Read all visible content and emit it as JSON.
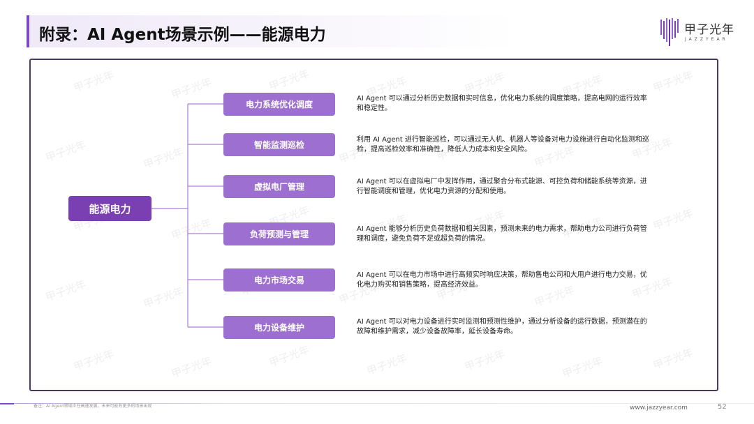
{
  "title": "附录：AI Agent场景示例——能源电力",
  "logo": {
    "name_cn": "甲子光年",
    "name_en": "JAZZYEAR"
  },
  "root": {
    "label": "能源电力"
  },
  "items": [
    {
      "label": "电力系统优化调度",
      "desc": "AI Agent 可以通过分析历史数据和实时信息，优化电力系统的调度策略，提高电网的运行效率和稳定性。"
    },
    {
      "label": "智能监测巡检",
      "desc": "利用 AI Agent 进行智能巡检，可以通过无人机、机器人等设备对电力设施进行自动化监测和巡检，提高巡检效率和准确性，降低人力成本和安全风险。"
    },
    {
      "label": "虚拟电厂管理",
      "desc": "AI Agent 可以在虚拟电厂中发挥作用，通过聚合分布式能源、可控负荷和储能系统等资源，进行智能调度和管理，优化电力资源的分配和使用。"
    },
    {
      "label": "负荷预测与管理",
      "desc": "AI Agent 能够分析历史负荷数据和相关因素，预测未来的电力需求，帮助电力公司进行负荷管理和调度，避免负荷不足或超负荷的情况。"
    },
    {
      "label": "电力市场交易",
      "desc": "AI Agent 可以在电力市场中进行高频实时响应决策，帮助售电公司和大用户进行电力交易，优化电力购买和销售策略，提高经济效益。"
    },
    {
      "label": "电力设备维护",
      "desc": "AI Agent 可以对电力设备进行实时监测和预测性维护，通过分析设备的运行数据，预测潜在的故障和维护需求，减少设备故障率，延长设备寿命。"
    }
  ],
  "watermark": "甲子光年",
  "footer": {
    "note": "备注：AI Agent领域正在高速发展，未来可能有更多的场景出现",
    "url": "www.jazzyear.com",
    "page": "52"
  },
  "colors": {
    "accent": "#7a3fb0",
    "item_fill": "#9d6fd0",
    "connector": "#a97fd6",
    "frame": "#4a3a5e"
  }
}
